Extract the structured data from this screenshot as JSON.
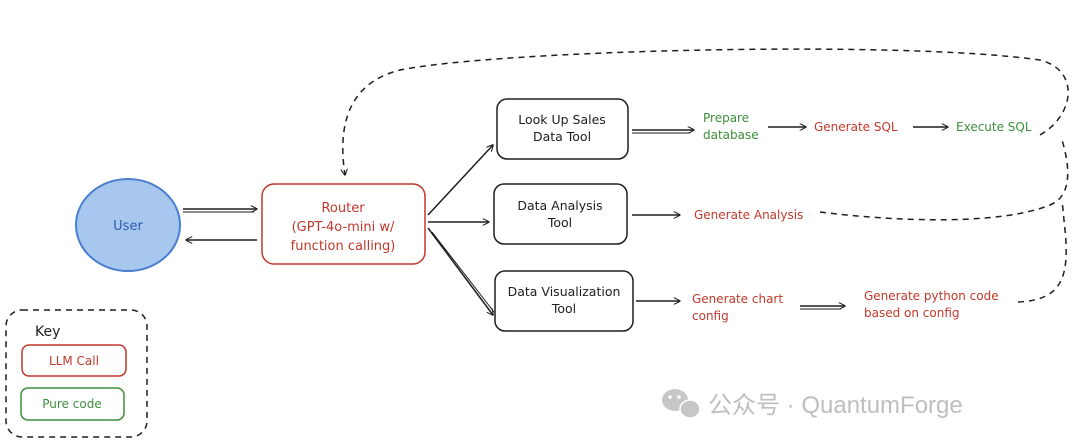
{
  "nodes": {
    "user": "User",
    "router_line1": "Router",
    "router_line2": "(GPT-4o-mini w/",
    "router_line3": "function calling)",
    "lookup_line1": "Look Up Sales",
    "lookup_line2": "Data Tool",
    "analysis_line1": "Data Analysis",
    "analysis_line2": "Tool",
    "viz_line1": "Data Visualization",
    "viz_line2": "Tool"
  },
  "steps": {
    "prepare_line1": "Prepare",
    "prepare_line2": "database",
    "generate_sql": "Generate SQL",
    "execute_sql": "Execute SQL",
    "generate_analysis": "Generate Analysis",
    "chart_config_line1": "Generate chart",
    "chart_config_line2": "config",
    "python_line1": "Generate python code",
    "python_line2": "based on config"
  },
  "key": {
    "title": "Key",
    "llm_call": "LLM Call",
    "pure_code": "Pure code"
  },
  "watermark": {
    "text": "公众号 · QuantumForge",
    "icon": "wechat-icon"
  },
  "colors": {
    "llm_red": "#c0392b",
    "code_green": "#3c8f3c",
    "user_fill": "#a8c7ee",
    "user_stroke": "#4a7fd0",
    "user_text": "#2a5fb0",
    "ink": "#1e1e1e"
  }
}
